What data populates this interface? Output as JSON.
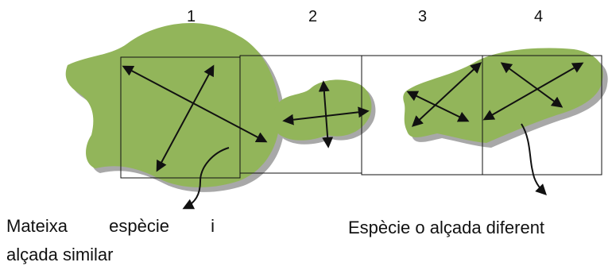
{
  "diagram": {
    "cells": [
      {
        "label": "1"
      },
      {
        "label": "2"
      },
      {
        "label": "3"
      },
      {
        "label": "4"
      }
    ],
    "captions": {
      "left_line1_words": [
        "Mateixa",
        "espècie",
        "i"
      ],
      "left_line2": "alçada similar",
      "right": "Espècie o alçada diferent"
    },
    "colors": {
      "canopy": "#92b55a",
      "shadow": "#a8a8a8",
      "line": "#111111"
    }
  }
}
